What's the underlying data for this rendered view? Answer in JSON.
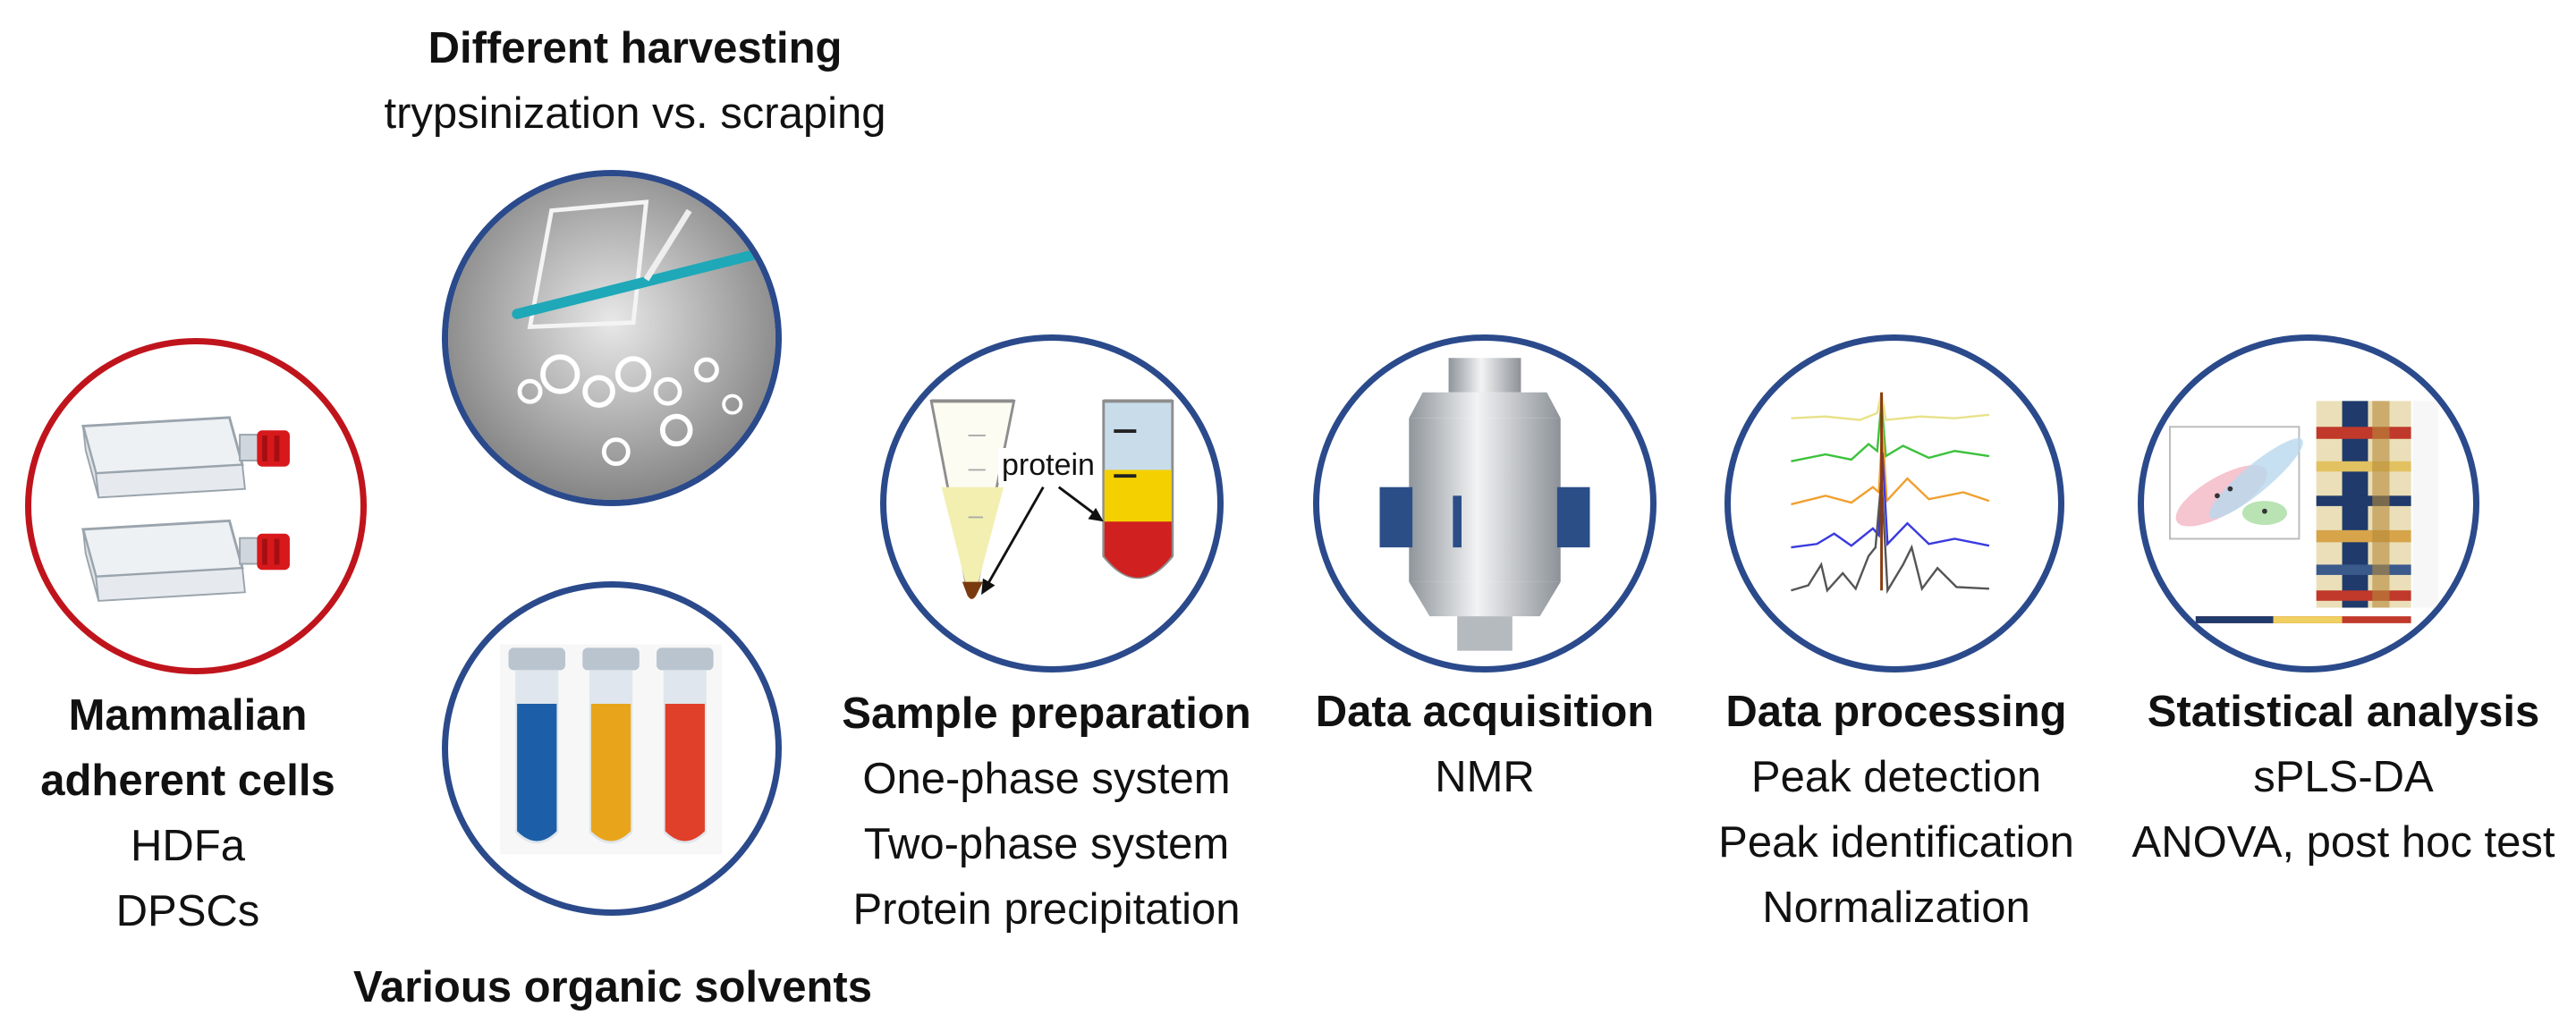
{
  "colors": {
    "red_ring": "#c0141c",
    "blue_ring": "#2b4a8b",
    "blue_solvent": "#1c5fa8",
    "yellow_solvent": "#e8a51c",
    "red_solvent": "#e0402a"
  },
  "steps": {
    "cells": {
      "title_line1": "Mammalian",
      "title_line2": "adherent cells",
      "items": [
        "HDFa",
        "DPSCs"
      ]
    },
    "harvesting": {
      "title": "Different harvesting",
      "subtitle": "trypsinization vs. scraping"
    },
    "solvents": {
      "title": "Various organic solvents"
    },
    "sample": {
      "title": "Sample preparation",
      "items": [
        "One-phase system",
        "Two-phase system",
        "Protein precipitation"
      ],
      "tube_label": "protein"
    },
    "acquisition": {
      "title": "Data acquisition",
      "items": [
        "NMR"
      ]
    },
    "processing": {
      "title": "Data processing",
      "items": [
        "Peak detection",
        "Peak identification",
        "Normalization"
      ]
    },
    "statistics": {
      "title": "Statistical analysis",
      "items": [
        "sPLS-DA",
        "ANOVA, post hoc test"
      ]
    }
  }
}
